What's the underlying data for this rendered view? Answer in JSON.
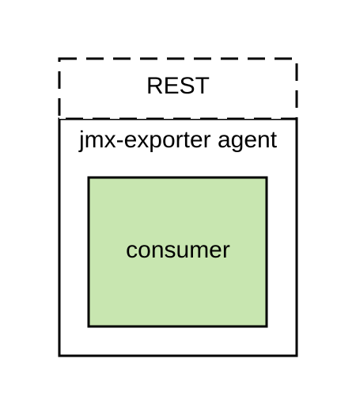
{
  "diagram": {
    "rest_box": {
      "label": "REST",
      "border_style": "dashed",
      "fill": "#ffffff"
    },
    "agent_box": {
      "label": "jmx-exporter agent",
      "border_style": "solid",
      "fill": "#ffffff"
    },
    "consumer_box": {
      "label": "consumer",
      "border_style": "solid",
      "fill": "#c8e6b0"
    },
    "stroke_color": "#000000"
  }
}
